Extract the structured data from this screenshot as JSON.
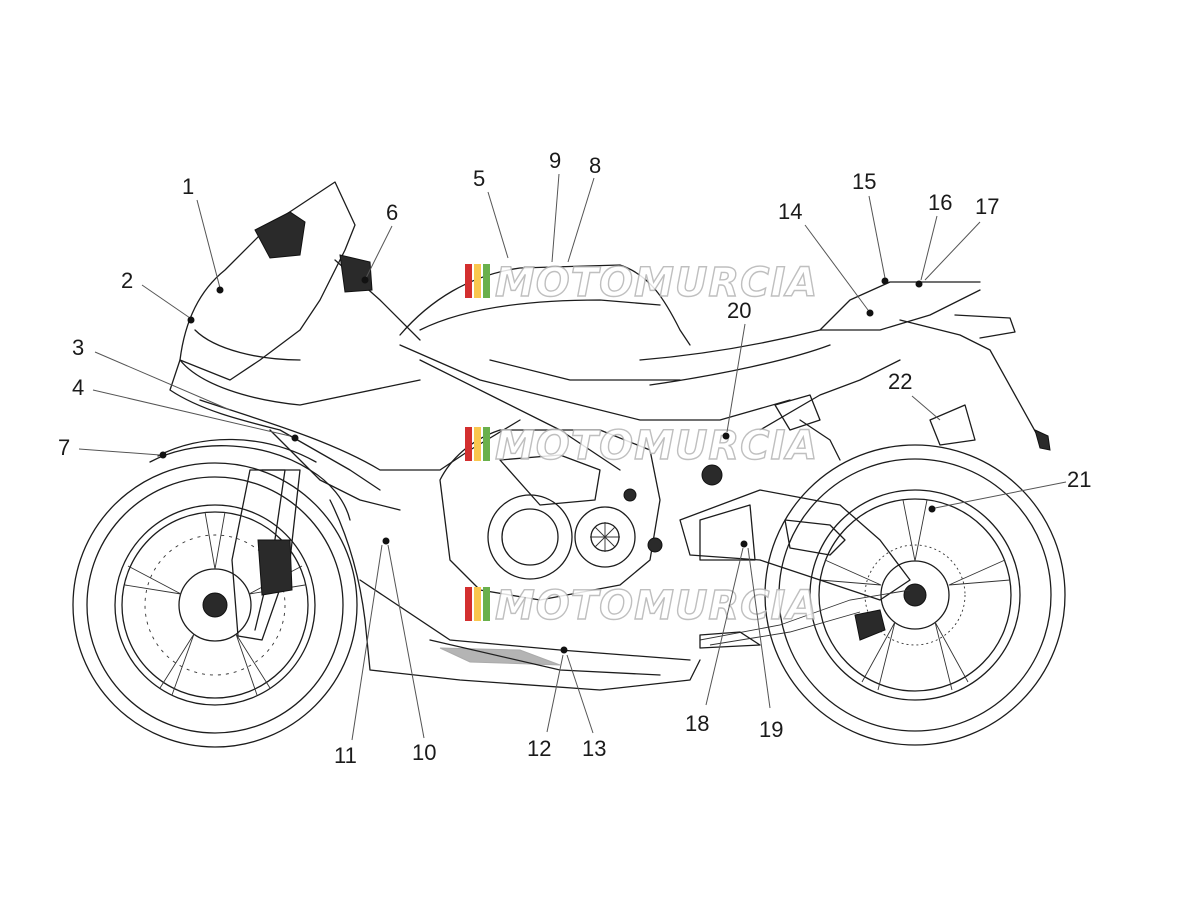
{
  "diagram": {
    "callouts": [
      "1",
      "2",
      "3",
      "4",
      "5",
      "6",
      "7",
      "8",
      "9",
      "10",
      "11",
      "12",
      "13",
      "14",
      "15",
      "16",
      "17",
      "18",
      "19",
      "20",
      "21",
      "22"
    ]
  },
  "watermark": {
    "text": "MOTOMURCIA",
    "colors": [
      "#d32f2f",
      "#f9c74f",
      "#6ab04c",
      "#9e9e9e"
    ]
  }
}
